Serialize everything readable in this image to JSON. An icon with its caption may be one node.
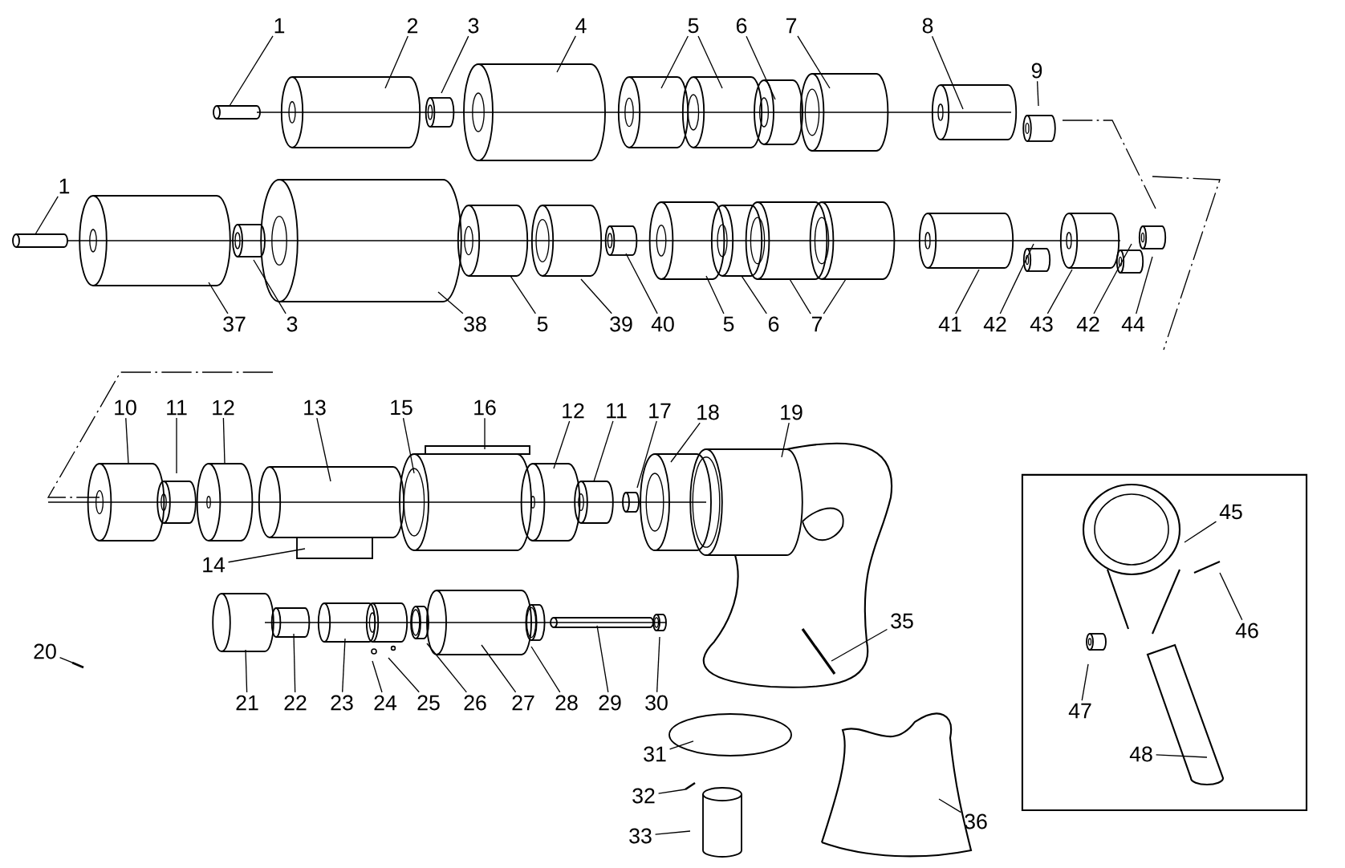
{
  "diagram": {
    "nodes": [
      {
        "text": [
          "1"
        ]
      },
      {
        "text": [
          "2"
        ]
      },
      {
        "text": [
          "3"
        ]
      },
      {
        "text": [
          "4"
        ]
      },
      {
        "text": [
          "5"
        ]
      },
      {
        "text": [
          "6"
        ]
      },
      {
        "text": [
          "7"
        ]
      },
      {
        "text": [
          "8"
        ]
      },
      {
        "text": [
          "9"
        ]
      },
      {
        "text": [
          "1"
        ]
      },
      {
        "text": [
          "37"
        ]
      },
      {
        "text": [
          "3"
        ]
      },
      {
        "text": [
          "38"
        ]
      },
      {
        "text": [
          "5"
        ]
      },
      {
        "text": [
          "39"
        ]
      },
      {
        "text": [
          "40"
        ]
      },
      {
        "text": [
          "5"
        ]
      },
      {
        "text": [
          "6"
        ]
      },
      {
        "text": [
          "7"
        ]
      },
      {
        "text": [
          "41"
        ]
      },
      {
        "text": [
          "42"
        ]
      },
      {
        "text": [
          "43"
        ]
      },
      {
        "text": [
          "42"
        ]
      },
      {
        "text": [
          "44"
        ]
      },
      {
        "text": [
          "10"
        ]
      },
      {
        "text": [
          "11"
        ]
      },
      {
        "text": [
          "12"
        ]
      },
      {
        "text": [
          "13"
        ]
      },
      {
        "text": [
          "15"
        ]
      },
      {
        "text": [
          "16"
        ]
      },
      {
        "text": [
          "12"
        ]
      },
      {
        "text": [
          "11"
        ]
      },
      {
        "text": [
          "17"
        ]
      },
      {
        "text": [
          "18"
        ]
      },
      {
        "text": [
          "19"
        ]
      },
      {
        "text": [
          "14"
        ]
      },
      {
        "text": [
          "35"
        ]
      },
      {
        "text": [
          "20"
        ]
      },
      {
        "text": [
          "21"
        ]
      },
      {
        "text": [
          "22"
        ]
      },
      {
        "text": [
          "23"
        ]
      },
      {
        "text": [
          "24"
        ]
      },
      {
        "text": [
          "25"
        ]
      },
      {
        "text": [
          "26"
        ]
      },
      {
        "text": [
          "27"
        ]
      },
      {
        "text": [
          "28"
        ]
      },
      {
        "text": [
          "29"
        ]
      },
      {
        "text": [
          "30"
        ]
      },
      {
        "text": [
          "31"
        ]
      },
      {
        "text": [
          "32"
        ]
      },
      {
        "text": [
          "33"
        ]
      },
      {
        "text": [
          "36"
        ]
      },
      {
        "text": [],
        "shape": "box"
      },
      {
        "text": [
          "45"
        ],
        "in": 52
      },
      {
        "text": [
          "46"
        ],
        "in": 52
      },
      {
        "text": [
          "47"
        ],
        "in": 52
      },
      {
        "text": [
          "48"
        ],
        "in": 52
      }
    ],
    "edges": [
      {
        "from": 0,
        "to": null,
        "arrow": "none"
      },
      {
        "from": 1,
        "to": null,
        "arrow": "none"
      },
      {
        "from": 2,
        "to": null,
        "arrow": "none"
      },
      {
        "from": 3,
        "to": null,
        "arrow": "none"
      },
      {
        "from": 4,
        "to": null,
        "arrow": "none"
      },
      {
        "from": 4,
        "to": null,
        "arrow": "none"
      },
      {
        "from": 5,
        "to": null,
        "arrow": "none"
      },
      {
        "from": 6,
        "to": null,
        "arrow": "none"
      },
      {
        "from": 7,
        "to": null,
        "arrow": "none"
      },
      {
        "from": 8,
        "to": null,
        "arrow": "none"
      },
      {
        "from": 9,
        "to": null,
        "arrow": "none"
      },
      {
        "from": 10,
        "to": null,
        "arrow": "none"
      },
      {
        "from": 11,
        "to": null,
        "arrow": "none"
      },
      {
        "from": 12,
        "to": null,
        "arrow": "none"
      },
      {
        "from": 13,
        "to": null,
        "arrow": "none"
      },
      {
        "from": 14,
        "to": null,
        "arrow": "none"
      },
      {
        "from": 15,
        "to": null,
        "arrow": "none"
      },
      {
        "from": 16,
        "to": null,
        "arrow": "none"
      },
      {
        "from": 17,
        "to": null,
        "arrow": "none"
      },
      {
        "from": 18,
        "to": null,
        "arrow": "none"
      },
      {
        "from": 18,
        "to": null,
        "arrow": "none"
      },
      {
        "from": 19,
        "to": null,
        "arrow": "none"
      },
      {
        "from": 20,
        "to": null,
        "arrow": "none"
      },
      {
        "from": 21,
        "to": null,
        "arrow": "none"
      },
      {
        "from": 22,
        "to": null,
        "arrow": "none"
      },
      {
        "from": 23,
        "to": null,
        "arrow": "none"
      },
      {
        "from": 24,
        "to": null,
        "arrow": "none"
      },
      {
        "from": 25,
        "to": null,
        "arrow": "none"
      },
      {
        "from": 26,
        "to": null,
        "arrow": "none"
      },
      {
        "from": 27,
        "to": null,
        "arrow": "none"
      },
      {
        "from": 28,
        "to": null,
        "arrow": "none"
      },
      {
        "from": 29,
        "to": null,
        "arrow": "none"
      },
      {
        "from": 30,
        "to": null,
        "arrow": "none"
      },
      {
        "from": 31,
        "to": null,
        "arrow": "none"
      },
      {
        "from": 32,
        "to": null,
        "arrow": "none"
      },
      {
        "from": 33,
        "to": null,
        "arrow": "none"
      },
      {
        "from": 34,
        "to": null,
        "arrow": "none"
      },
      {
        "from": 35,
        "to": null,
        "arrow": "none"
      },
      {
        "from": 36,
        "to": null,
        "arrow": "none"
      },
      {
        "from": 37,
        "to": null,
        "arrow": "none"
      },
      {
        "from": 38,
        "to": null,
        "arrow": "none"
      },
      {
        "from": 39,
        "to": null,
        "arrow": "none"
      },
      {
        "from": 40,
        "to": null,
        "arrow": "none"
      },
      {
        "from": 41,
        "to": null,
        "arrow": "none"
      },
      {
        "from": 42,
        "to": null,
        "arrow": "none"
      },
      {
        "from": 43,
        "to": null,
        "arrow": "none"
      },
      {
        "from": 44,
        "to": null,
        "arrow": "none"
      },
      {
        "from": 45,
        "to": null,
        "arrow": "none"
      },
      {
        "from": 46,
        "to": null,
        "arrow": "none"
      },
      {
        "from": 47,
        "to": null,
        "arrow": "none"
      },
      {
        "from": 48,
        "to": null,
        "arrow": "none"
      },
      {
        "from": 49,
        "to": null,
        "arrow": "none"
      },
      {
        "from": 50,
        "to": null,
        "arrow": "none"
      },
      {
        "from": 51,
        "to": null,
        "arrow": "none"
      },
      {
        "from": 53,
        "to": null,
        "arrow": "none"
      },
      {
        "from": 54,
        "to": null,
        "arrow": "none"
      },
      {
        "from": 55,
        "to": null,
        "arrow": "none"
      },
      {
        "from": 56,
        "to": null,
        "arrow": "none"
      }
    ]
  }
}
